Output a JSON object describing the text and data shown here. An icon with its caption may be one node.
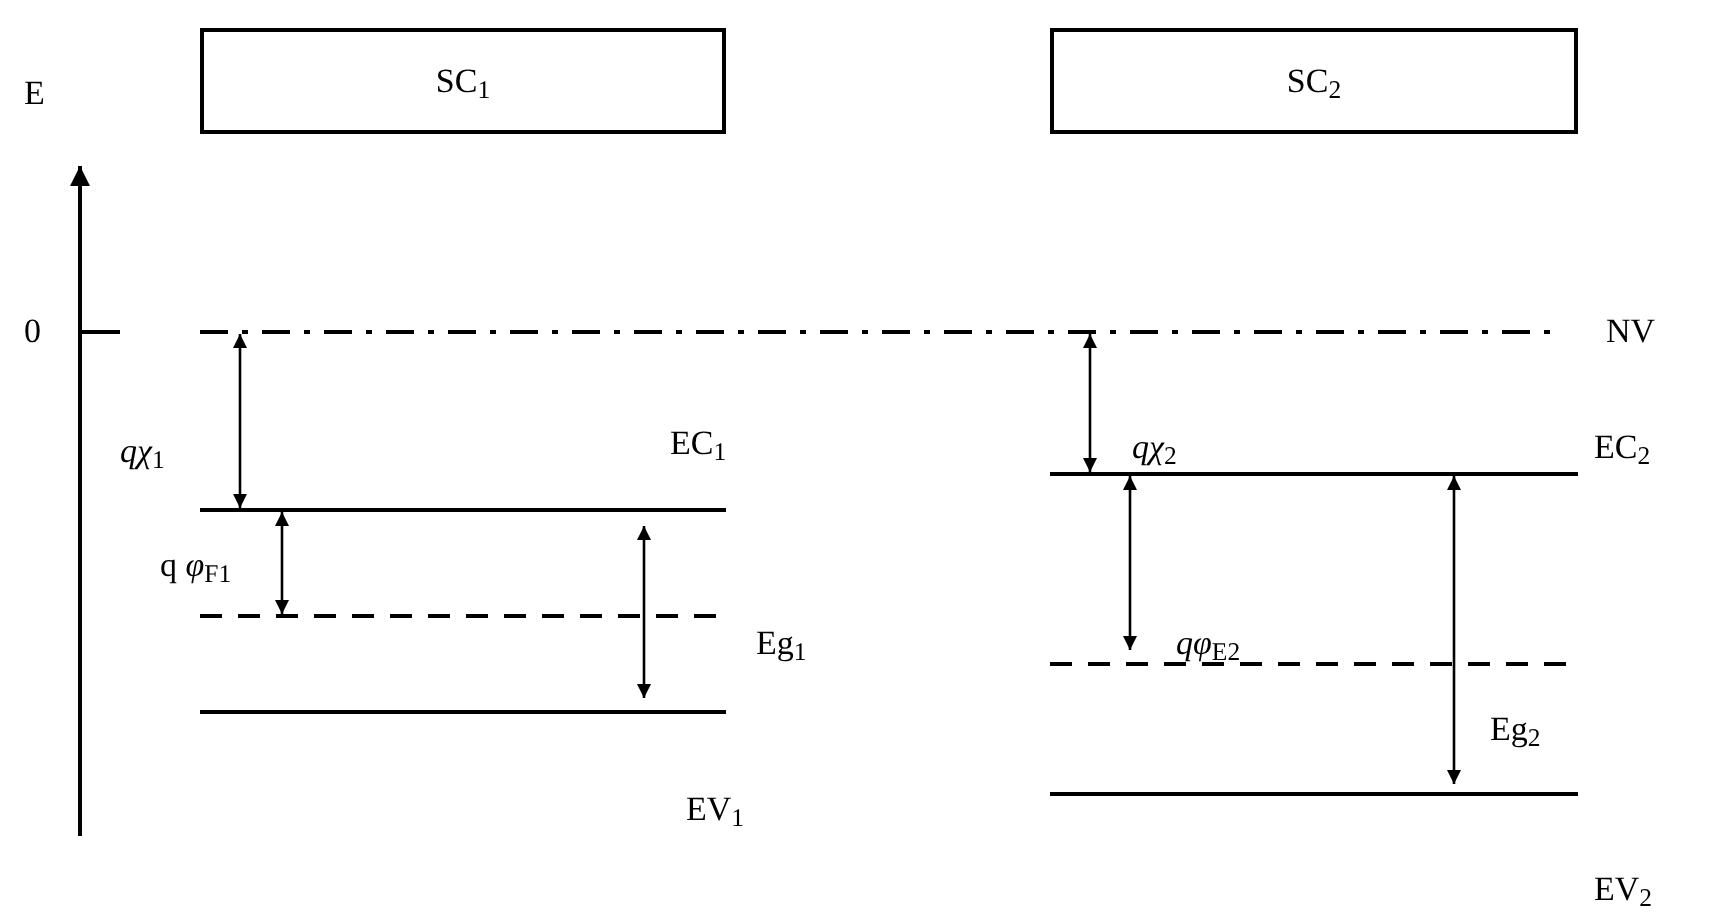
{
  "diagram": {
    "nodes": [
      {
        "text": [
          "SC$_{1}$"
        ]
      },
      {
        "text": [
          "SC$_{2}$"
        ]
      }
    ],
    "labels": [
      "E",
      "0",
      "NV",
      "*qχ*$_{1}$",
      "EC$_{1}$",
      "*qχ*$_{2}$",
      "EC$_{2}$",
      "q *φ*$_{F1}$",
      "Eg$_{1}$",
      "*qφ*$_{E2}$",
      "Eg$_{2}$",
      "EV$_{1}$",
      "EV$_{2}$"
    ]
  }
}
